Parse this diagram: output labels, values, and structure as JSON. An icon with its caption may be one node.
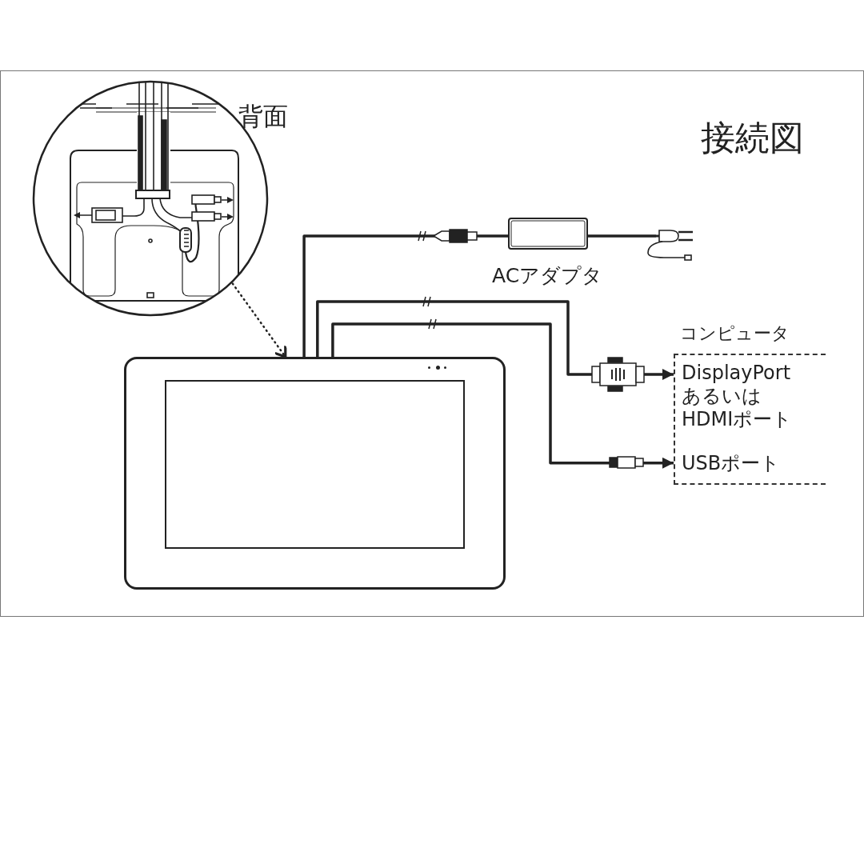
{
  "diagram": {
    "title": "接続図",
    "nodes": [
      {
        "text": [
          "背面"
        ]
      },
      {
        "text": [],
        "shape": "picture"
      },
      {
        "text": [],
        "shape": "picture",
        "beside": [
          "ACアダプタ"
        ]
      },
      {
        "text": [],
        "shape": "picture"
      },
      {
        "text": [
          "コンピュータ"
        ]
      },
      {
        "text": [
          "DisplayPort あるいは HDMIポート"
        ],
        "in": 4
      },
      {
        "text": [
          "USBポート"
        ],
        "in": 4
      }
    ],
    "edges": [
      {
        "from": 0,
        "to": 1,
        "arrow": "to",
        "style": "dashed"
      },
      {
        "from": 1,
        "to": 2,
        "arrow": "none"
      },
      {
        "from": 2,
        "to": 3,
        "arrow": "none"
      },
      {
        "from": 1,
        "to": 5,
        "arrow": "to"
      },
      {
        "from": 1,
        "to": 6,
        "arrow": "to"
      }
    ]
  }
}
